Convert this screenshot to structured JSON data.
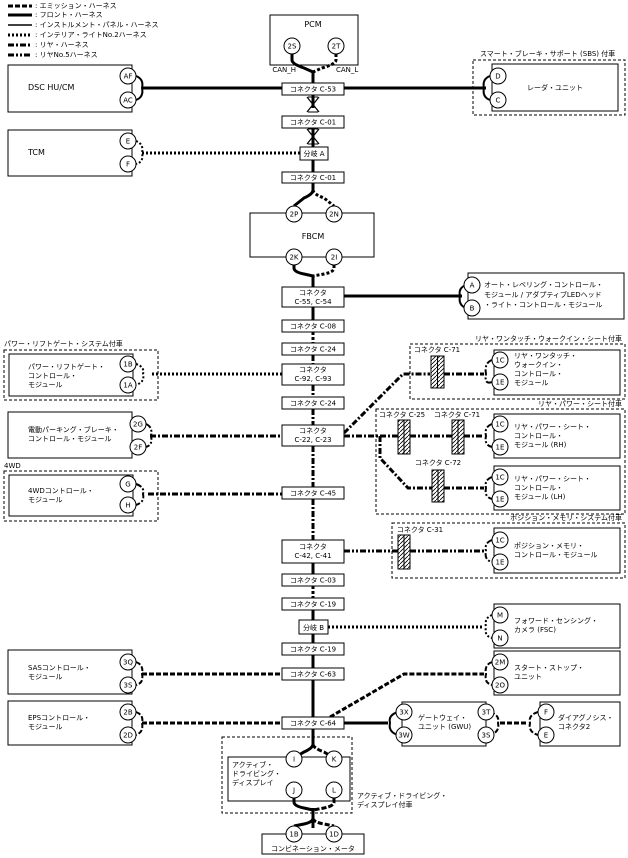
{
  "legend": [
    {
      "label": ": エミッション・ハーネス",
      "style": "emission"
    },
    {
      "label": ": フロント・ハーネス",
      "style": "front"
    },
    {
      "label": ": インストルメント・パネル・ハーネス",
      "style": "instrument"
    },
    {
      "label": ": インテリア・ライトNo.2ハーネス",
      "style": "interior"
    },
    {
      "label": ": リヤ・ハーネス",
      "style": "rear"
    },
    {
      "label": ": リヤNo.5ハーネス",
      "style": "rear5"
    }
  ],
  "trunk_connectors": {
    "c53": "コネクタ C-53",
    "c01a": "コネクタ C-01",
    "splitA": "分岐 A",
    "c01b": "コネクタ C-01",
    "c55": [
      "コネクタ",
      "C-55, C-54"
    ],
    "c08": "コネクタ C-08",
    "c24a": "コネクタ C-24",
    "c92": [
      "コネクタ",
      "C-92, C-93"
    ],
    "c24b": "コネクタ C-24",
    "c22": [
      "コネクタ",
      "C-22, C-23"
    ],
    "c45": "コネクタ C-45",
    "c42": [
      "コネクタ",
      "C-42, C-41"
    ],
    "c03": "コネクタ C-03",
    "c19a": "コネクタ C-19",
    "splitB": "分岐 B",
    "c19b": "コネクタ C-19",
    "c63": "コネクタ C-63",
    "c64": "コネクタ C-64"
  },
  "modules": {
    "pcm": {
      "name": "PCM",
      "pins": [
        "2S",
        "2T"
      ],
      "bus_labels": [
        "CAN_H",
        "CAN_L"
      ]
    },
    "dsc": {
      "name": "DSC HU/CM",
      "pins": [
        "AF",
        "AC"
      ]
    },
    "tcm": {
      "name": "TCM",
      "pins": [
        "E",
        "F"
      ]
    },
    "fbcm": {
      "name": "FBCM",
      "pins": [
        "2P",
        "2N",
        "2K",
        "2I"
      ]
    },
    "radar": {
      "name": "レーダ・ユニット",
      "pins": [
        "D",
        "C"
      ],
      "group": "スマート・ブレーキ・サポート (SBS) 付車"
    },
    "autolevel": {
      "name": [
        "オート・レベリング・コントロール・",
        "モジュール / アダプティブLEDヘッド",
        "・ライト・コントロール・モジュール"
      ],
      "pins": [
        "A",
        "B"
      ]
    },
    "liftgate": {
      "name": [
        "パワー・リフトゲート・",
        "コントロール・",
        "モジュール"
      ],
      "pins": [
        "1B",
        "1A"
      ],
      "group": "パワー・リフトゲート・システム付車"
    },
    "epb": {
      "name": [
        "電動パーキング・ブレーキ・",
        "コントロール・モジュール"
      ],
      "pins": [
        "2G",
        "2F"
      ]
    },
    "awd": {
      "name": [
        "4WDコントロール・",
        "モジュール"
      ],
      "pins": [
        "G",
        "H"
      ],
      "group": "4WD"
    },
    "onetouch": {
      "name": [
        "リヤ・ワンタッチ・",
        "ウォークイン・",
        "コントロール・",
        "モジュール"
      ],
      "pins": [
        "1C",
        "1E"
      ],
      "group": "リヤ・ワンタッチ・ウォークイン・シート付車",
      "conn": "コネクタ C-71"
    },
    "rh": {
      "name": [
        "リヤ・パワー・シート・",
        "コントロール・",
        "モジュール (RH)"
      ],
      "pins": [
        "1C",
        "1E"
      ]
    },
    "lh": {
      "name": [
        "リヤ・パワー・シート・",
        "コントロール・",
        "モジュール (LH)"
      ],
      "pins": [
        "1C",
        "1E"
      ]
    },
    "powerseat": {
      "group": "リヤ・パワー・シート付車",
      "conns": [
        "コネクタ C-25",
        "コネクタ C-71",
        "コネクタ C-72"
      ]
    },
    "memory": {
      "name": [
        "ポジション・メモリ・",
        "コントロール・モジュール"
      ],
      "pins": [
        "1C",
        "1E"
      ],
      "group": "ポジション・メモリ・システム付車",
      "conn": "コネクタ C-31"
    },
    "fsc": {
      "name": [
        "フォワード・センシング・",
        "カメラ (FSC)"
      ],
      "pins": [
        "M",
        "N"
      ]
    },
    "sas": {
      "name": [
        "SASコントロール・",
        "モジュール"
      ],
      "pins": [
        "3Q",
        "3S"
      ]
    },
    "ss": {
      "name": [
        "スタート・ストップ・",
        "ユニット"
      ],
      "pins": [
        "2M",
        "2O"
      ]
    },
    "eps": {
      "name": [
        "EPSコントロール・",
        "モジュール"
      ],
      "pins": [
        "2B",
        "2D"
      ]
    },
    "gwu": {
      "name": [
        "ゲートウェイ・",
        "ユニット (GWU)"
      ],
      "pins": [
        "3X",
        "3W",
        "3T",
        "3S"
      ]
    },
    "diag": {
      "name": [
        "ダイアグノシス・",
        "コネクタ2"
      ],
      "pins": [
        "F",
        "E"
      ]
    },
    "ad": {
      "name": [
        "アクティブ・",
        "ドライビング・",
        "ディスプレイ"
      ],
      "pins": [
        "I",
        "K",
        "J",
        "L"
      ],
      "group": [
        "アクティブ・ドライビング・",
        "ディスプレイ付車"
      ]
    },
    "meter": {
      "name": "コンビネーション・メータ",
      "pins": [
        "1B",
        "1D"
      ]
    }
  }
}
